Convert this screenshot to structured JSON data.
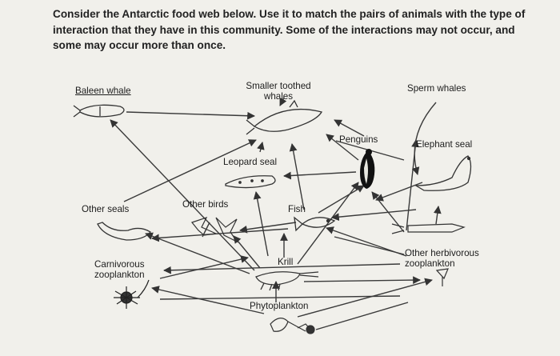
{
  "question": {
    "text": "Consider the Antarctic food web below. Use it to match the pairs of animals with the type of interaction that they have in this community. Some of the interactions may not occur, and some may occur more than once."
  },
  "food_web": {
    "organisms": {
      "baleen_whale": "Baleen whale",
      "smaller_toothed_whales": "Smaller toothed whales",
      "sperm_whales": "Sperm whales",
      "penguins": "Penguins",
      "elephant_seal": "Elephant seal",
      "leopard_seal": "Leopard seal",
      "other_seals": "Other seals",
      "other_birds": "Other birds",
      "fish": "Fish",
      "krill": "Krill",
      "carnivorous_zooplankton": "Carnivorous zooplankton",
      "other_herbivorous_zooplankton": "Other herbivorous zooplankton",
      "phytoplankton": "Phytoplankton"
    },
    "colors": {
      "line": "#3a3a3a",
      "text": "#1a1a1a",
      "paper": "#f1f0eb"
    }
  }
}
